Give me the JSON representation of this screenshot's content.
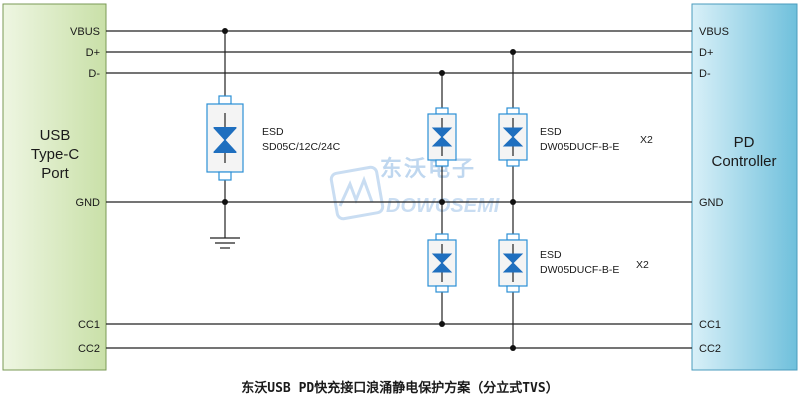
{
  "usb_port": {
    "lines": [
      "USB",
      "Type-C",
      "Port"
    ]
  },
  "pd_controller": {
    "lines": [
      "PD",
      "Controller"
    ]
  },
  "signals": {
    "left": [
      "VBUS",
      "D+",
      "D-",
      "GND",
      "CC1",
      "CC2"
    ],
    "right": [
      "VBUS",
      "D+",
      "D-",
      "GND",
      "CC1",
      "CC2"
    ]
  },
  "esd_vbus": {
    "type": "ESD",
    "part": "SD05C/12C/24C"
  },
  "esd_top": {
    "type": "ESD",
    "part": "DW05DUCF-B-E",
    "qty": "X2"
  },
  "esd_bottom": {
    "type": "ESD",
    "part": "DW05DUCF-B-E",
    "qty": "X2"
  },
  "watermark": {
    "cn": "东沃电子",
    "en": "DOWOSEMI"
  },
  "caption": "东沃USB PD快充接口浪涌静电保护方案（分立式TVS）",
  "colors": {
    "usb_box": "#d6e8bd",
    "pd_box": "#8ccde3",
    "tvs_outline": "#2b8fd6",
    "diode_fill": "#1f6fbf",
    "watermark": "#b9d3ee"
  }
}
